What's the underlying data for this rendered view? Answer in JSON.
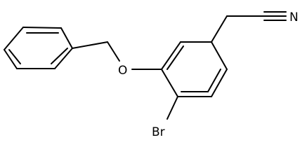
{
  "molecule": {
    "atom_labels": {
      "oxygen": "O",
      "bromine": "Br",
      "nitrogen": "N"
    }
  },
  "colors": {
    "bond": "#000000",
    "background": "#ffffff"
  }
}
